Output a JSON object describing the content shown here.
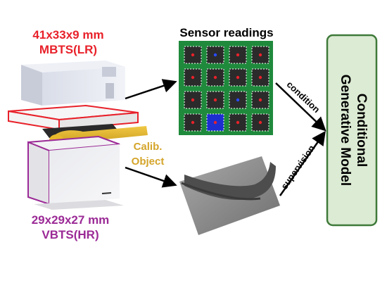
{
  "top_sensor": {
    "dimensions": "41x33x9 mm",
    "name": "MBTS(LR)",
    "color": "#e8212a"
  },
  "bottom_sensor": {
    "dimensions": "29x29x27 mm",
    "name": "VBTS(HR)",
    "color": "#9b2a96"
  },
  "calib_object": {
    "line1": "Calib.",
    "line2": "Object",
    "color": "#d4a52a"
  },
  "sensor_readings": {
    "title": "Sensor readings",
    "board_color": "#1f8a3c",
    "grid_rows": 4,
    "grid_cols": 4
  },
  "edges": {
    "condition_label": "condition",
    "supervision_label": "supervision"
  },
  "model": {
    "line1": "Conditional",
    "line2": "Generative Model",
    "fill": "#dcebd3",
    "stroke": "#3f7a3a"
  }
}
